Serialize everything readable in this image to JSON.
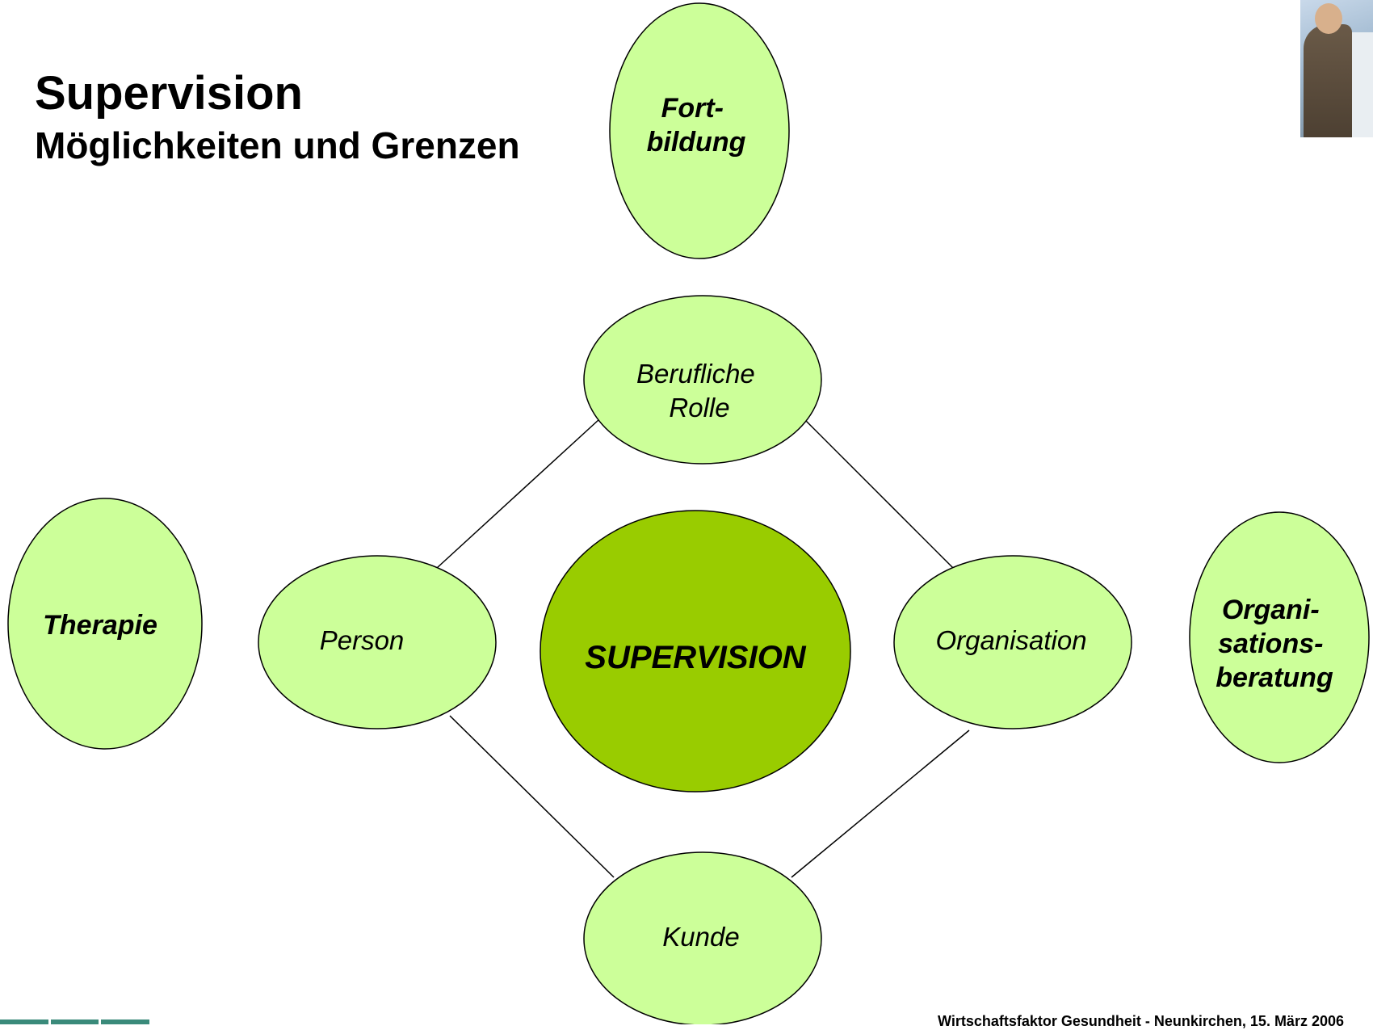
{
  "header": {
    "title": "Supervision",
    "subtitle": "Möglichkeiten und Grenzen"
  },
  "diagram": {
    "center": {
      "label": "SUPERVISION"
    },
    "inner_nodes": {
      "top": {
        "lines": [
          "Berufliche",
          "Rolle"
        ]
      },
      "left": {
        "lines": [
          "Person"
        ]
      },
      "right": {
        "lines": [
          "Organisation"
        ]
      },
      "bottom": {
        "lines": [
          "Kunde"
        ]
      }
    },
    "outer_nodes": {
      "top": {
        "lines": [
          "Fort-",
          "bildung"
        ]
      },
      "left": {
        "lines": [
          "Therapie"
        ]
      },
      "right": {
        "lines": [
          "Organi-",
          "sations-",
          "beratung"
        ]
      }
    }
  },
  "colors": {
    "center_fill": "#99cc00",
    "node_fill": "#ccff99",
    "outline": "#000000",
    "connector": "#000000"
  },
  "footer": {
    "text": "Wirtschaftsfaktor Gesundheit - Neunkirchen, 15. März 2006"
  }
}
